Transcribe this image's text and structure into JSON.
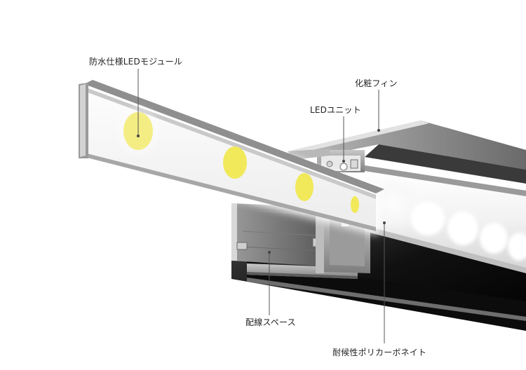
{
  "diagram": {
    "callouts": {
      "waterproof_led_module": "防水仕様LEDモジュール",
      "decorative_fin": "化粧フィン",
      "led_unit": "LEDユニット",
      "wiring_space": "配線スペース",
      "polycarbonate": "耐候性ポリカーボネイト"
    },
    "colors": {
      "background": "#ffffff",
      "leader": "#555555",
      "led_dot": "#f1e85a",
      "aluminum_light": "#d9d9d9",
      "aluminum_dark": "#2a2a2a"
    }
  }
}
